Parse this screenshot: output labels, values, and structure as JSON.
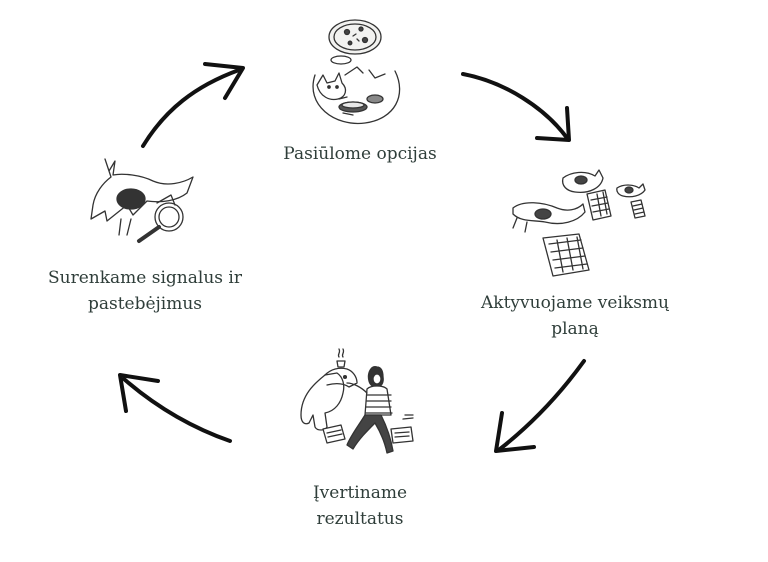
{
  "steps": [
    {
      "id": "top",
      "lines": [
        "Pasiūlome opcijas"
      ]
    },
    {
      "id": "right",
      "lines": [
        "Aktyvuojame veiksmų",
        "planą"
      ]
    },
    {
      "id": "bottom",
      "lines": [
        "Įvertiname",
        "rezultatus"
      ]
    },
    {
      "id": "left",
      "lines": [
        "Surenkame signalus ir",
        "pastebėjimus"
      ]
    }
  ],
  "colors": {
    "text": "#2f3e3a",
    "arrow": "#111111",
    "ink": "#333333"
  }
}
